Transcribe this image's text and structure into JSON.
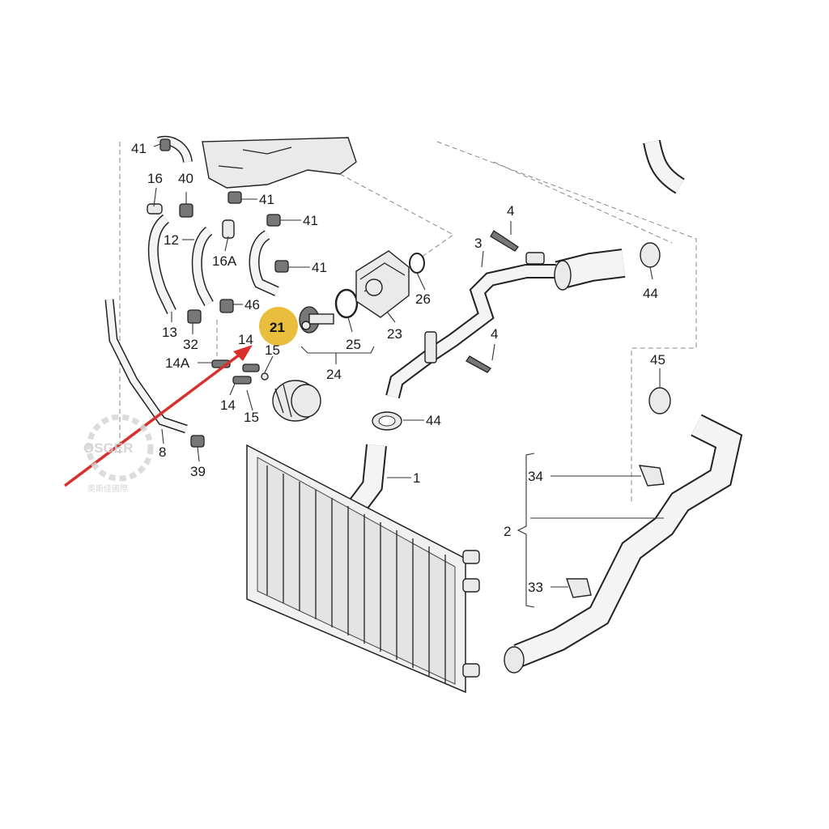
{
  "diagram": {
    "callouts": [
      "41",
      "40",
      "16",
      "41",
      "41",
      "12",
      "16A",
      "41",
      "13",
      "46",
      "32",
      "14",
      "15",
      "14A",
      "14",
      "15",
      "21",
      "25",
      "24",
      "23",
      "26",
      "4",
      "3",
      "4",
      "44",
      "45",
      "44",
      "8",
      "39",
      "1",
      "34",
      "2",
      "33"
    ],
    "highlighted": "21",
    "watermark": {
      "logo_text": "OSGER",
      "tagline": "奥斯佳國際"
    },
    "colors": {
      "highlight": "#e8b92c",
      "arrow": "#d9302b",
      "line": "#222222",
      "watermark": "#cfcfcf"
    }
  }
}
